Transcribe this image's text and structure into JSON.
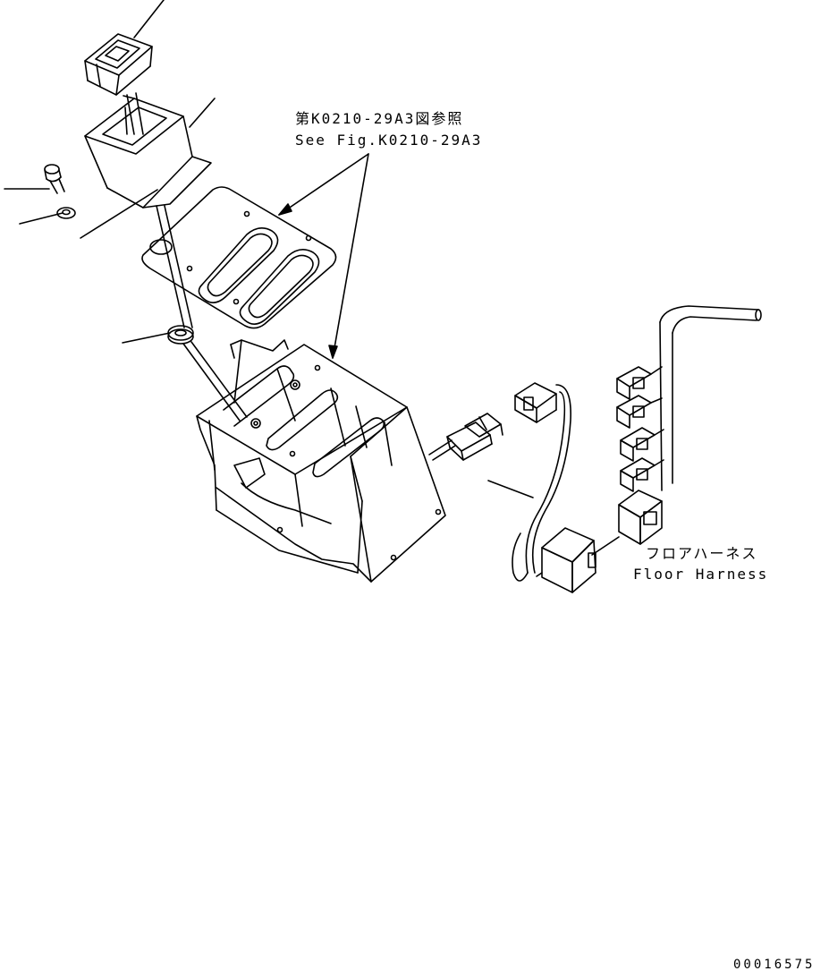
{
  "labels": {
    "reference_jp": "第K0210-29A3図参照",
    "reference_en": "See Fig.K0210-29A3",
    "harness_jp": "フロアハーネス",
    "harness_en": "Floor Harness",
    "drawing_number": "00016575"
  },
  "colors": {
    "line": "#000000",
    "background": "#ffffff"
  }
}
